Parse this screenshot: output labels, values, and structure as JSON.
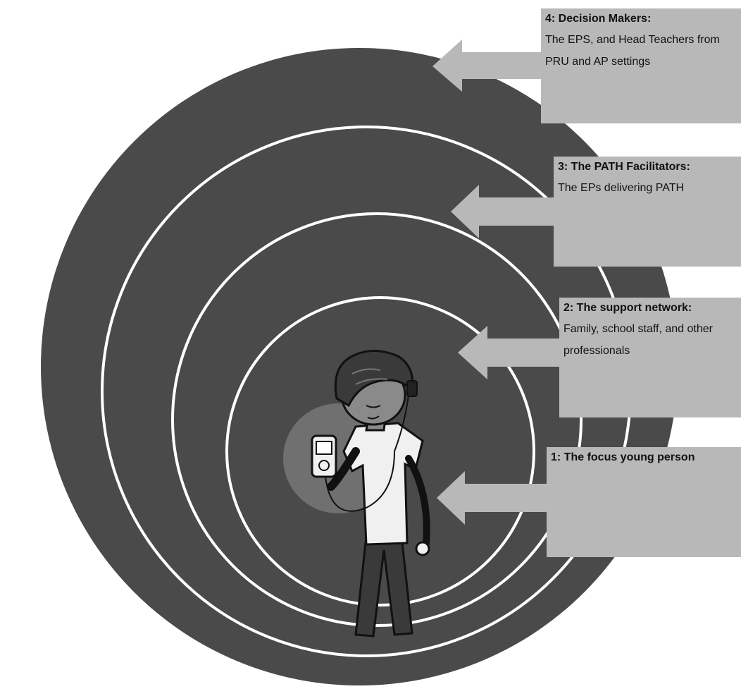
{
  "diagram": {
    "colors": {
      "outer_circle": "#4a4a4a",
      "rings": "#ffffff",
      "boxes": "#b8b8b8",
      "highlight": "#707070"
    },
    "layers": [
      {
        "title": "4: Decision Makers:",
        "description": " The EPS, and Head Teachers from PRU and AP settings"
      },
      {
        "title": "3: The PATH Facilitators:",
        "description": "The EPs delivering PATH"
      },
      {
        "title": "2: The support network:",
        "description": "Family, school staff, and other professionals"
      },
      {
        "title": "1: The focus young person",
        "description": ""
      }
    ],
    "center_figure": "young-person-with-music-player-icon"
  }
}
